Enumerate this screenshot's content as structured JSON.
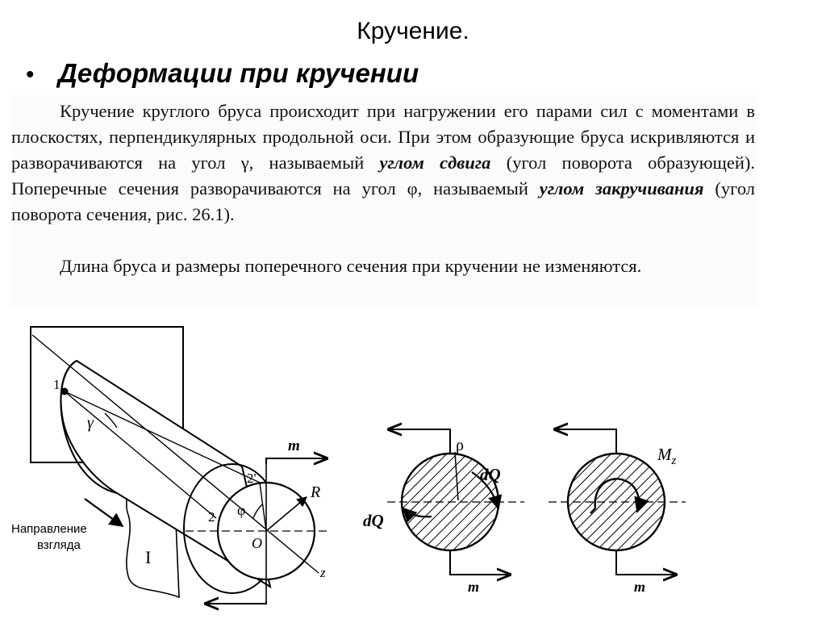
{
  "slide": {
    "title": "Кручение.",
    "bullet": "•",
    "subtitle": "Деформации при кручении"
  },
  "paragraph1": {
    "a": "Кручение круглого бруса происходит при нагружении его парами сил с моментами в плоскостях, перпендикулярных продольной оси. При этом образующие бруса искривляются и разворачиваются на угол γ, называемый ",
    "em1": "углом сдвига",
    "b": " (угол поворота образующей). Поперечные сечения разворачиваются на угол φ, называемый ",
    "em2": "углом закручивания",
    "c": " (угол поворота сечения, рис. 26.1)."
  },
  "paragraph2": "Длина бруса и размеры поперечного сечения при кручении не изменяются.",
  "figure": {
    "label_1": "1",
    "label_gamma": "γ",
    "label_2prime": "2'",
    "label_2": "2",
    "label_phi": "φ",
    "label_O": "O",
    "label_R": "R",
    "label_z": "z",
    "label_m": "m",
    "label_I": "I",
    "caption_line1": "Направление",
    "caption_line2": "взгляда",
    "label_rho": "ρ",
    "label_dQ": "dQ",
    "label_Mz": "M",
    "label_Mz_sub": "z"
  }
}
